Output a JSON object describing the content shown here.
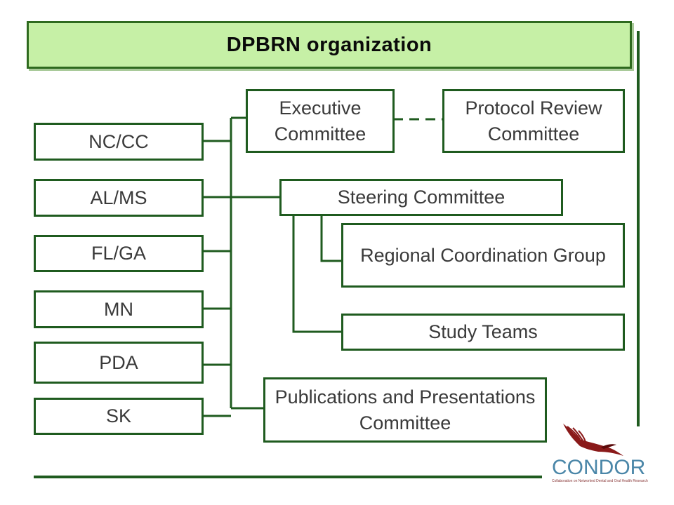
{
  "title": "DPBRN organization",
  "regions": [
    "NC/CC",
    "AL/MS",
    "FL/GA",
    "MN",
    "PDA",
    "SK"
  ],
  "committees": {
    "executive": "Executive Committee",
    "protocol_review": "Protocol Review Committee",
    "steering": "Steering Committee",
    "regional_coordination": "Regional Coordination Group",
    "study_teams": "Study Teams",
    "publications": "Publications and Presentations Committee"
  },
  "logo": {
    "name": "CONDOR",
    "tagline": "Collaboration on Networked Dental and Oral Health Research"
  },
  "colors": {
    "border": "#1f5b1f",
    "title_fill": "#c6f0a6",
    "text": "#3a3a3a",
    "logo_blue": "#4a86a8",
    "logo_red": "#8a1a1a"
  }
}
